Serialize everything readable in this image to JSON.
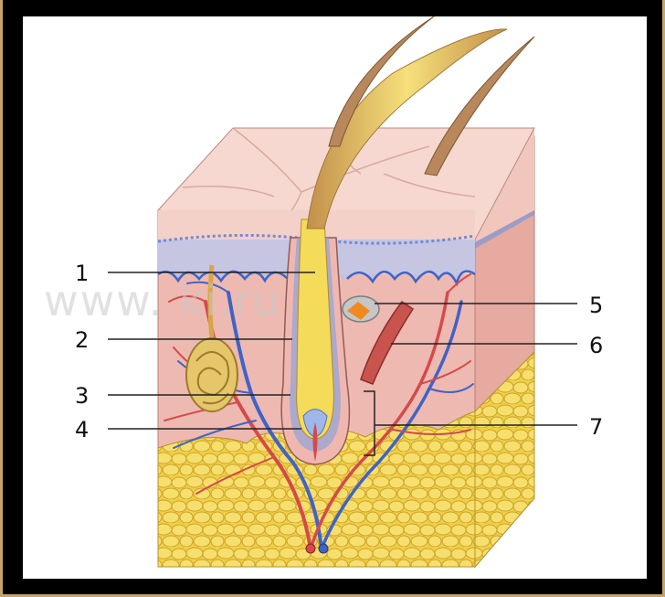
{
  "figure": {
    "watermark": "www.          ki.ru",
    "labels": [
      "1",
      "2",
      "3",
      "4",
      "5",
      "6",
      "7"
    ]
  },
  "colors": {
    "frame": "#000000",
    "background": "#ffffff",
    "epidermis": "#f2cfc7",
    "dermis": "#ecb8b0",
    "fat": "#f1d24a",
    "hair": "#f3dc57",
    "artery": "#d44a4a",
    "vein": "#3f63c7"
  }
}
